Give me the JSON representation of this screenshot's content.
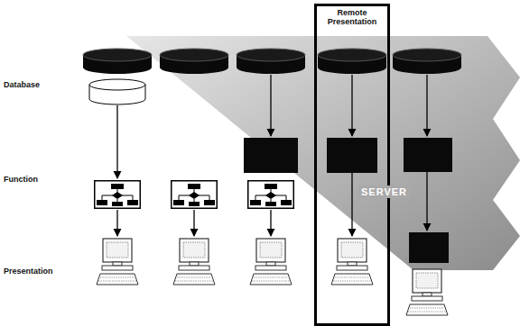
{
  "diagram": {
    "nodes": [
      {
        "text": [
          "Remote Presentation"
        ]
      },
      {
        "text": [
          "SERVER"
        ]
      }
    ],
    "labels": [
      "Database",
      "Function",
      "Presentation"
    ]
  }
}
